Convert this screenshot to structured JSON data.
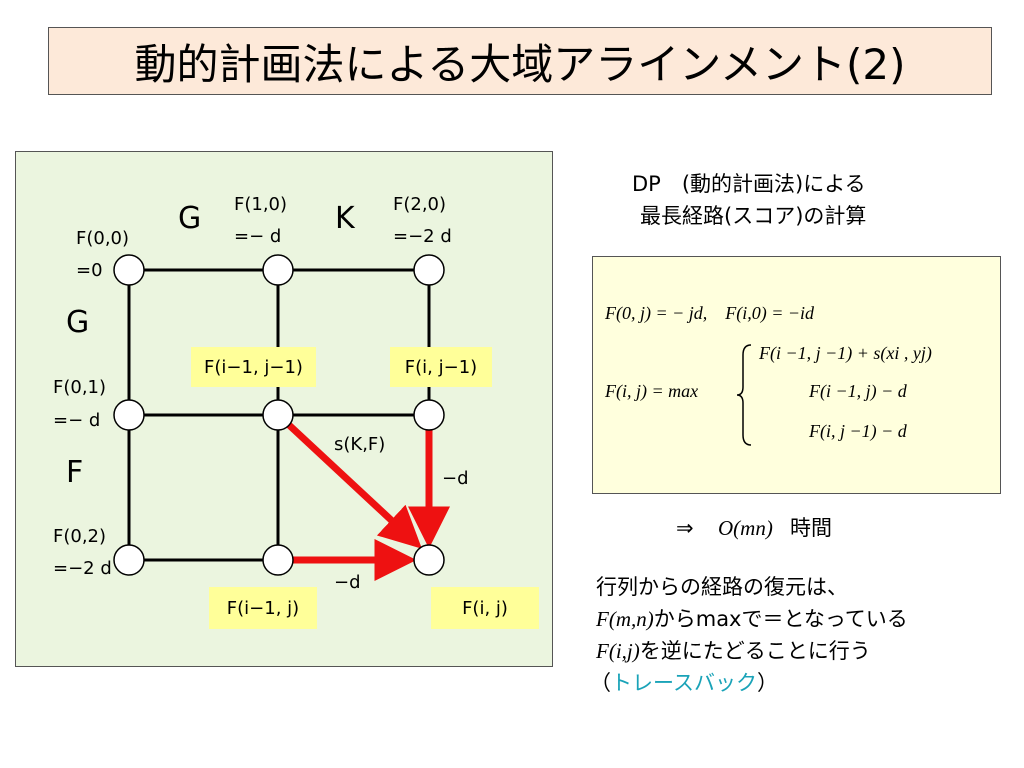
{
  "title": "動的計画法による大域アラインメント(2)",
  "colors": {
    "title_bg": "#fde9d9",
    "panel_bg": "#ebf5df",
    "highlight": "#ffff99",
    "arrow": "#ee1111",
    "formula_bg": "#ffffdd",
    "link": "#1aa3b8"
  },
  "grid": {
    "col_letters": [
      "G",
      "K"
    ],
    "row_letters": [
      "G",
      "F"
    ],
    "cell_f00": {
      "top": "F(0,0)",
      "bottom": "=0"
    },
    "cell_f10": {
      "top": "F(1,0)",
      "bottom": "=− d"
    },
    "cell_f20": {
      "top": "F(2,0)",
      "bottom": "=−2 d"
    },
    "cell_f01": {
      "top": "F(0,1)",
      "bottom": "=− d"
    },
    "cell_f02": {
      "top": "F(0,2)",
      "bottom": "=−2 d"
    },
    "diag_label": "s(K,F)",
    "down_label": "−d",
    "right_label": "−d",
    "h_top_left": "F(i−1, j−1)",
    "h_top_right": "F(i, j−1)",
    "h_bottom_left": "F(i−1, j)",
    "h_bottom_right": "F(i, j)"
  },
  "dp_caption": {
    "line1": "DP　(動的計画法)による",
    "line2": "最長経路(スコア)の計算"
  },
  "formula": {
    "row1": "F(0, j) = − jd,　F(i,0) = −id",
    "lhs": "F(i, j) = max",
    "case1": "F(i −1, j −1) + s(xi , yj)",
    "case2": "F(i −1, j) − d",
    "case3": "F(i, j −1) − d"
  },
  "complexity": {
    "arrow": "⇒",
    "text": "O(mn)",
    "suffix": "時間"
  },
  "traceback": {
    "line1": "行列からの経路の復元は、",
    "line2_expr": "F(m,n)",
    "line2_rest": "からmaxで＝となっている",
    "line3_expr": "F(i,j)",
    "line3_rest": "を逆にたどることに行う",
    "line4_open": "（",
    "line4_link": "トレースバック",
    "line4_close": "）"
  }
}
